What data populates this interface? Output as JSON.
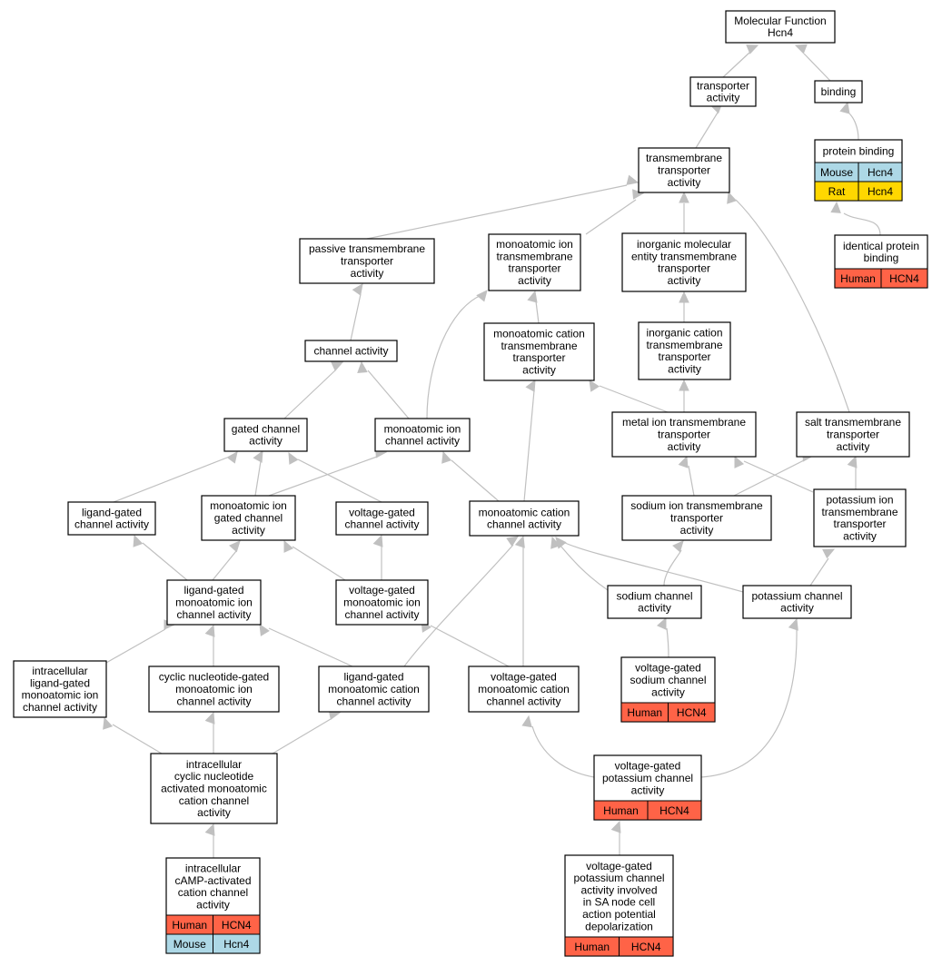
{
  "colors": {
    "human": "#ff6347",
    "mouse": "#add8e6",
    "rat": "#ffd700",
    "edge": "#c0c0c0"
  },
  "nodes": {
    "mf": {
      "lines": [
        "Molecular Function",
        "Hcn4"
      ]
    },
    "transporter": {
      "lines": [
        "transporter",
        "activity"
      ]
    },
    "binding": {
      "lines": [
        "binding"
      ]
    },
    "tmtransporter": {
      "lines": [
        "transmembrane",
        "transporter",
        "activity"
      ]
    },
    "protbinding": {
      "lines": [
        "protein binding"
      ],
      "rows": [
        [
          "Mouse",
          "Hcn4",
          "mouse"
        ],
        [
          "Rat",
          "Hcn4",
          "rat"
        ]
      ]
    },
    "identprot": {
      "lines": [
        "identical protein",
        "binding"
      ],
      "rows": [
        [
          "Human",
          "HCN4",
          "human"
        ]
      ]
    },
    "passive": {
      "lines": [
        "passive transmembrane",
        "transporter",
        "activity"
      ]
    },
    "monoion": {
      "lines": [
        "monoatomic ion",
        "transmembrane",
        "transporter",
        "activity"
      ]
    },
    "inorgmol": {
      "lines": [
        "inorganic molecular",
        "entity transmembrane",
        "transporter",
        "activity"
      ]
    },
    "channel": {
      "lines": [
        "channel activity"
      ]
    },
    "monocation": {
      "lines": [
        "monoatomic cation",
        "transmembrane",
        "transporter",
        "activity"
      ]
    },
    "inorgcation": {
      "lines": [
        "inorganic cation",
        "transmembrane",
        "transporter",
        "activity"
      ]
    },
    "gated": {
      "lines": [
        "gated channel",
        "activity"
      ]
    },
    "monoionch": {
      "lines": [
        "monoatomic ion",
        "channel activity"
      ]
    },
    "metalion": {
      "lines": [
        "metal ion transmembrane",
        "transporter",
        "activity"
      ]
    },
    "salt": {
      "lines": [
        "salt transmembrane",
        "transporter",
        "activity"
      ]
    },
    "ligandgated": {
      "lines": [
        "ligand-gated",
        "channel activity"
      ]
    },
    "monoiongated": {
      "lines": [
        "monoatomic ion",
        "gated channel",
        "activity"
      ]
    },
    "voltgated": {
      "lines": [
        "voltage-gated",
        "channel activity"
      ]
    },
    "monocationch": {
      "lines": [
        "monoatomic cation",
        "channel activity"
      ]
    },
    "sodiumtm": {
      "lines": [
        "sodium ion transmembrane",
        "transporter",
        "activity"
      ]
    },
    "potassiumtm": {
      "lines": [
        "potassium ion",
        "transmembrane",
        "transporter",
        "activity"
      ]
    },
    "ligmonoion": {
      "lines": [
        "ligand-gated",
        "monoatomic ion",
        "channel activity"
      ]
    },
    "voltmonoion": {
      "lines": [
        "voltage-gated",
        "monoatomic ion",
        "channel activity"
      ]
    },
    "sodiumch": {
      "lines": [
        "sodium channel",
        "activity"
      ]
    },
    "potassiumch": {
      "lines": [
        "potassium channel",
        "activity"
      ]
    },
    "intraligand": {
      "lines": [
        "intracellular",
        "ligand-gated",
        "monoatomic ion",
        "channel activity"
      ]
    },
    "cyclicnuc": {
      "lines": [
        "cyclic nucleotide-gated",
        "monoatomic ion",
        "channel activity"
      ]
    },
    "ligmonocation": {
      "lines": [
        "ligand-gated",
        "monoatomic cation",
        "channel activity"
      ]
    },
    "voltmonocation": {
      "lines": [
        "voltage-gated",
        "monoatomic cation",
        "channel activity"
      ]
    },
    "voltsodium": {
      "lines": [
        "voltage-gated",
        "sodium channel",
        "activity"
      ],
      "rows": [
        [
          "Human",
          "HCN4",
          "human"
        ]
      ]
    },
    "intracyclic": {
      "lines": [
        "intracellular",
        "cyclic nucleotide",
        "activated monoatomic",
        "cation channel",
        "activity"
      ]
    },
    "voltpotassium": {
      "lines": [
        "voltage-gated",
        "potassium channel",
        "activity"
      ],
      "rows": [
        [
          "Human",
          "HCN4",
          "human"
        ]
      ]
    },
    "intracamp": {
      "lines": [
        "intracellular",
        "cAMP-activated",
        "cation channel",
        "activity"
      ],
      "rows": [
        [
          "Human",
          "HCN4",
          "human"
        ],
        [
          "Mouse",
          "Hcn4",
          "mouse"
        ]
      ]
    },
    "voltpotsa": {
      "lines": [
        "voltage-gated",
        "potassium channel",
        "activity involved",
        "in SA node cell",
        "action potential",
        "depolarization"
      ],
      "rows": [
        [
          "Human",
          "HCN4",
          "human"
        ]
      ]
    }
  }
}
